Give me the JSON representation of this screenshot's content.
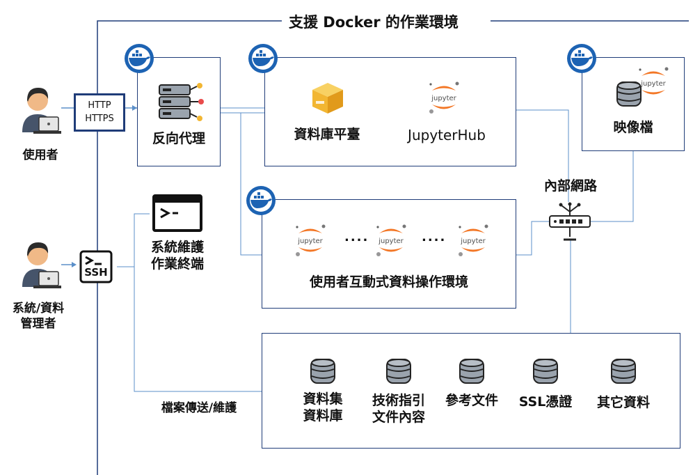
{
  "title": "支援 Docker 的作業環境",
  "users": {
    "user_label": "使用者",
    "admin_label_line1": "系統/資料",
    "admin_label_line2": "管理者"
  },
  "protocol": {
    "line1": "HTTP",
    "line2": "HTTPS"
  },
  "ssh_label": "SSH",
  "reverse_proxy": {
    "label": "反向代理"
  },
  "platform": {
    "db_label": "資料庫平臺",
    "hub_label": "JupyterHub"
  },
  "image": {
    "label": "映像檔"
  },
  "internal_network": {
    "label": "內部網路"
  },
  "terminal": {
    "line1": "系統維護",
    "line2": "作業終端"
  },
  "interactive_env": {
    "label": "使用者互動式資料操作環境",
    "dots": "...."
  },
  "jupyter_text": "jupyter",
  "file_transfer": {
    "label": "檔案傳送/維護"
  },
  "storage": [
    {
      "line1": "資料集",
      "line2": "資料庫"
    },
    {
      "line1": "技術指引",
      "line2": "文件內容"
    },
    {
      "line1": "參考文件",
      "line2": ""
    },
    {
      "line1": "SSL憑證",
      "line2": ""
    },
    {
      "line1": "其它資料",
      "line2": ""
    }
  ],
  "colors": {
    "docker_blue": "#1d63b3",
    "line_blue": "#5b8fc9",
    "box_border": "#1f3c78",
    "jupyter_orange": "#f37726"
  }
}
